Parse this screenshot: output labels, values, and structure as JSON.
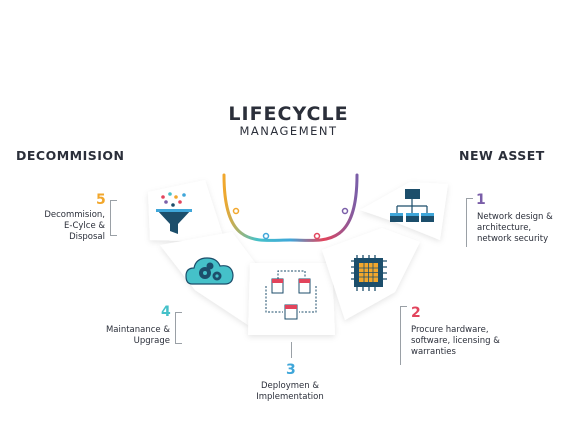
{
  "header": {
    "title": "LIFECYCLE",
    "subtitle": "MANAGEMENT"
  },
  "left_heading": "DECOMMISION",
  "right_heading": "NEW ASSET",
  "steps": [
    {
      "number": "1",
      "lines": [
        "Network design &",
        "architecture,",
        "network security"
      ],
      "color": "#7a5ea8",
      "icon": "network-hierarchy-icon"
    },
    {
      "number": "2",
      "lines": [
        "Procure hardware,",
        "software, licensing &",
        "warranties"
      ],
      "color": "#e2445c",
      "icon": "cpu-chip-icon"
    },
    {
      "number": "3",
      "lines": [
        "Deploymen &",
        "Implementation"
      ],
      "color": "#3fa6d9",
      "icon": "deployment-flow-icon"
    },
    {
      "number": "4",
      "lines": [
        "Maintanance &",
        "Upgrage"
      ],
      "color": "#45c1c9",
      "icon": "cloud-gears-icon"
    },
    {
      "number": "5",
      "lines": [
        "Decommision,",
        "E-Cylce &",
        "Disposal"
      ],
      "color": "#f2a72c",
      "icon": "funnel-icon"
    }
  ],
  "colors": {
    "dark": "#1c4e6b",
    "text": "#2b2f3a"
  }
}
